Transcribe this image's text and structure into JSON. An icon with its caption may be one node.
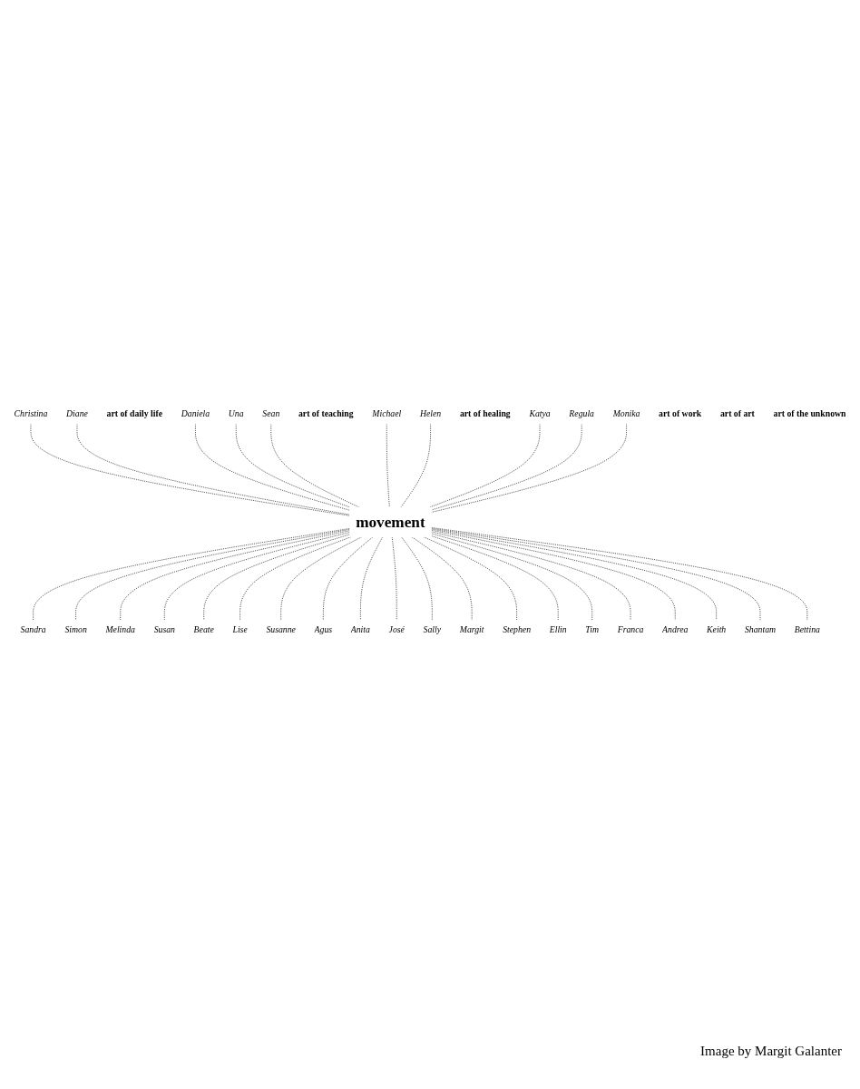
{
  "diagram": {
    "nodes": [
      {
        "text": [
          "Christina"
        ]
      },
      {
        "text": [
          "Diane"
        ]
      },
      {
        "text": [
          "art of daily life"
        ]
      },
      {
        "text": [
          "Daniela"
        ]
      },
      {
        "text": [
          "Una"
        ]
      },
      {
        "text": [
          "Sean"
        ]
      },
      {
        "text": [
          "art of teaching"
        ]
      },
      {
        "text": [
          "Michael"
        ]
      },
      {
        "text": [
          "Helen"
        ]
      },
      {
        "text": [
          "art of healing"
        ]
      },
      {
        "text": [
          "Katya"
        ]
      },
      {
        "text": [
          "Regula"
        ]
      },
      {
        "text": [
          "Monika"
        ]
      },
      {
        "text": [
          "movement"
        ]
      },
      {
        "text": [
          "Sandra"
        ]
      },
      {
        "text": [
          "Simon"
        ]
      },
      {
        "text": [
          "Melinda"
        ]
      },
      {
        "text": [
          "Susan"
        ]
      },
      {
        "text": [
          "Beate"
        ]
      },
      {
        "text": [
          "Lise"
        ]
      },
      {
        "text": [
          "art of work"
        ]
      },
      {
        "text": [
          "Susanne"
        ]
      },
      {
        "text": [
          "Agus"
        ]
      },
      {
        "text": [
          "Anita"
        ]
      },
      {
        "text": [
          "José"
        ]
      },
      {
        "text": [
          "Sally"
        ]
      },
      {
        "text": [
          "art of art"
        ]
      },
      {
        "text": [
          "Margit"
        ]
      },
      {
        "text": [
          "Stephen"
        ]
      },
      {
        "text": [
          "Ellin"
        ]
      },
      {
        "text": [
          "Tim"
        ]
      },
      {
        "text": [
          "Franca"
        ]
      },
      {
        "text": [
          "Andrea"
        ]
      },
      {
        "text": [
          "Keith"
        ]
      },
      {
        "text": [
          "art of the unknown"
        ]
      },
      {
        "text": [
          "Shantam"
        ]
      },
      {
        "text": [
          "Bettina"
        ]
      }
    ],
    "edges": [
      {
        "from": 0,
        "to": 13,
        "arrow": "none",
        "style": "dashed"
      },
      {
        "from": 1,
        "to": 13,
        "arrow": "none",
        "style": "dashed"
      },
      {
        "from": 3,
        "to": 13,
        "arrow": "none",
        "style": "dashed"
      },
      {
        "from": 4,
        "to": 13,
        "arrow": "none",
        "style": "dashed"
      },
      {
        "from": 5,
        "to": 13,
        "arrow": "none",
        "style": "dashed"
      },
      {
        "from": 7,
        "to": 13,
        "arrow": "none",
        "style": "dashed"
      },
      {
        "from": 8,
        "to": 13,
        "arrow": "none",
        "style": "dashed"
      },
      {
        "from": 10,
        "to": 13,
        "arrow": "none",
        "style": "dashed"
      },
      {
        "from": 11,
        "to": 13,
        "arrow": "none",
        "style": "dashed"
      },
      {
        "from": 12,
        "to": 13,
        "arrow": "none",
        "style": "dashed"
      },
      {
        "from": 13,
        "to": 14,
        "arrow": "none",
        "style": "dashed"
      },
      {
        "from": 13,
        "to": 15,
        "arrow": "none",
        "style": "dashed"
      },
      {
        "from": 13,
        "to": 16,
        "arrow": "none",
        "style": "dashed"
      },
      {
        "from": 13,
        "to": 17,
        "arrow": "none",
        "style": "dashed"
      },
      {
        "from": 13,
        "to": 18,
        "arrow": "none",
        "style": "dashed"
      },
      {
        "from": 13,
        "to": 19,
        "arrow": "none",
        "style": "dashed"
      },
      {
        "from": 13,
        "to": 21,
        "arrow": "none",
        "style": "dashed"
      },
      {
        "from": 13,
        "to": 22,
        "arrow": "none",
        "style": "dashed"
      },
      {
        "from": 13,
        "to": 23,
        "arrow": "none",
        "style": "dashed"
      },
      {
        "from": 13,
        "to": 24,
        "arrow": "none",
        "style": "dashed"
      },
      {
        "from": 13,
        "to": 25,
        "arrow": "none",
        "style": "dashed"
      },
      {
        "from": 13,
        "to": 27,
        "arrow": "none",
        "style": "dashed"
      },
      {
        "from": 13,
        "to": 28,
        "arrow": "none",
        "style": "dashed"
      },
      {
        "from": 13,
        "to": 29,
        "arrow": "none",
        "style": "dashed"
      },
      {
        "from": 13,
        "to": 30,
        "arrow": "none",
        "style": "dashed"
      },
      {
        "from": 13,
        "to": 31,
        "arrow": "none",
        "style": "dashed"
      },
      {
        "from": 13,
        "to": 32,
        "arrow": "none",
        "style": "dashed"
      },
      {
        "from": 13,
        "to": 33,
        "arrow": "none",
        "style": "dashed"
      },
      {
        "from": 13,
        "to": 35,
        "arrow": "none",
        "style": "dashed"
      },
      {
        "from": 13,
        "to": 36,
        "arrow": "none",
        "style": "dashed"
      }
    ],
    "labels": [
      "Image by Margit Galanter"
    ]
  }
}
